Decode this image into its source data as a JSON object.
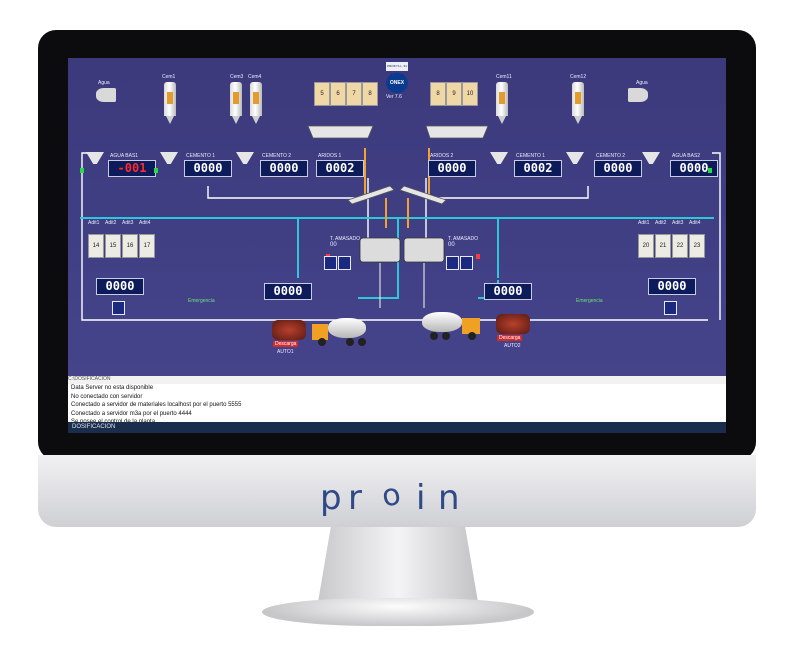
{
  "brand": {
    "letters": [
      "p",
      "r",
      "o",
      "i",
      "n"
    ]
  },
  "header": {
    "company": "PROIN S.L. 91 610 60 00",
    "logo": "ONEX",
    "version": "Ver 7.6"
  },
  "water_top": [
    {
      "label": "Agua"
    },
    {
      "label": "Agua"
    }
  ],
  "cement_silos": [
    {
      "label": "Cem1",
      "num": "1"
    },
    {
      "label": "Cem3",
      "num": "3"
    },
    {
      "label": "Cem4",
      "num": "4"
    },
    {
      "label": "Cem11",
      "num": "11"
    },
    {
      "label": "Cem12",
      "num": "12"
    }
  ],
  "aggregates_left": [
    "5",
    "6",
    "7",
    "8"
  ],
  "aggregates_right": [
    "8",
    "9",
    "10"
  ],
  "scale_left_labels": {
    "agua": "AGUA BAS1",
    "cemento1": "CEMENTO 1",
    "cemento2": "CEMENTO 2",
    "arido": "ARIDOS 1"
  },
  "scale_right_labels": {
    "arido": "ARIDOS 2",
    "cemento1": "CEMENTO 1",
    "cemento2": "CEMENTO 2",
    "agua": "AGUA BAS2"
  },
  "readouts": {
    "agua_left": "-001",
    "cemento_left_1": "0000",
    "cemento_left_2": "0000",
    "arido_left": "0002",
    "arido_right": "0000",
    "cemento_right_1": "0002",
    "cemento_right_2": "0000",
    "agua_right": "0000",
    "aditivo_left": "0000",
    "aditivo_right": "0000",
    "agua2_left": "0000",
    "agua2_right": "0000"
  },
  "additive_tanks_left": [
    "14",
    "15",
    "16",
    "17"
  ],
  "additive_tanks_right": [
    "20",
    "21",
    "22",
    "23"
  ],
  "additive_labels": [
    "Adit1",
    "Adit2",
    "Adit3",
    "Adit4"
  ],
  "mixer_left": {
    "label": "T. AMASADO",
    "value": "00"
  },
  "mixer_right": {
    "label": "T. AMASADO",
    "value": "00"
  },
  "emergencia": "Emergencia",
  "descarga": "Descarga",
  "auto": [
    "AUTO1",
    "AUTO2"
  ],
  "console": {
    "title": "C:\\DOSIFICACION",
    "lines": [
      "Data Server no esta disponible",
      "No conectado con servidor",
      "Conectado a servidor de materiales localhost por el puerto 5555",
      "Conectado a servidor m3a por el puerto 4444",
      "Se posee el control de la planta"
    ],
    "status": "DOSIFICACION"
  },
  "colors": {
    "background": "#45438a",
    "line": "#2ec7d9",
    "accent": "#f2a233"
  }
}
